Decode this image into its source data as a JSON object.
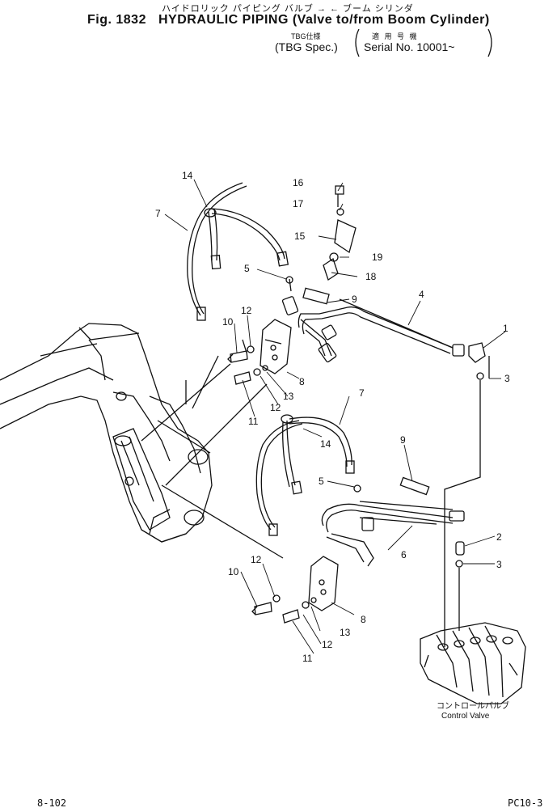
{
  "header": {
    "jp_title": "ハイドロリック パイピング バルブ → ← ブーム シリンダ",
    "fig_label": "Fig. 1832",
    "title": "HYDRAULIC PIPING (Valve to/from Boom Cylinder)",
    "spec_jp": "TBG仕様",
    "spec": "(TBG Spec.)",
    "serial_jp": "適 用 号 機",
    "serial": "Serial No. 10001~"
  },
  "callouts": {
    "c1": "1",
    "c2": "2",
    "c3a": "3",
    "c3b": "3",
    "c4": "4",
    "c5a": "5",
    "c5b": "5",
    "c6": "6",
    "c7a": "7",
    "c7b": "7",
    "c8a": "8",
    "c8b": "8",
    "c9a": "9",
    "c9b": "9",
    "c10a": "10",
    "c10b": "10",
    "c11a": "11",
    "c11b": "11",
    "c12a": "12",
    "c12b": "12",
    "c12c": "12",
    "c12d": "12",
    "c13a": "13",
    "c13b": "13",
    "c14a": "14",
    "c14b": "14",
    "c15": "15",
    "c16": "16",
    "c17": "17",
    "c18": "18",
    "c19": "19"
  },
  "control_valve": {
    "jp": "コントロールバルブ",
    "en": "Control Valve"
  },
  "footer": {
    "left": "8-102",
    "right": "PC10-3"
  }
}
